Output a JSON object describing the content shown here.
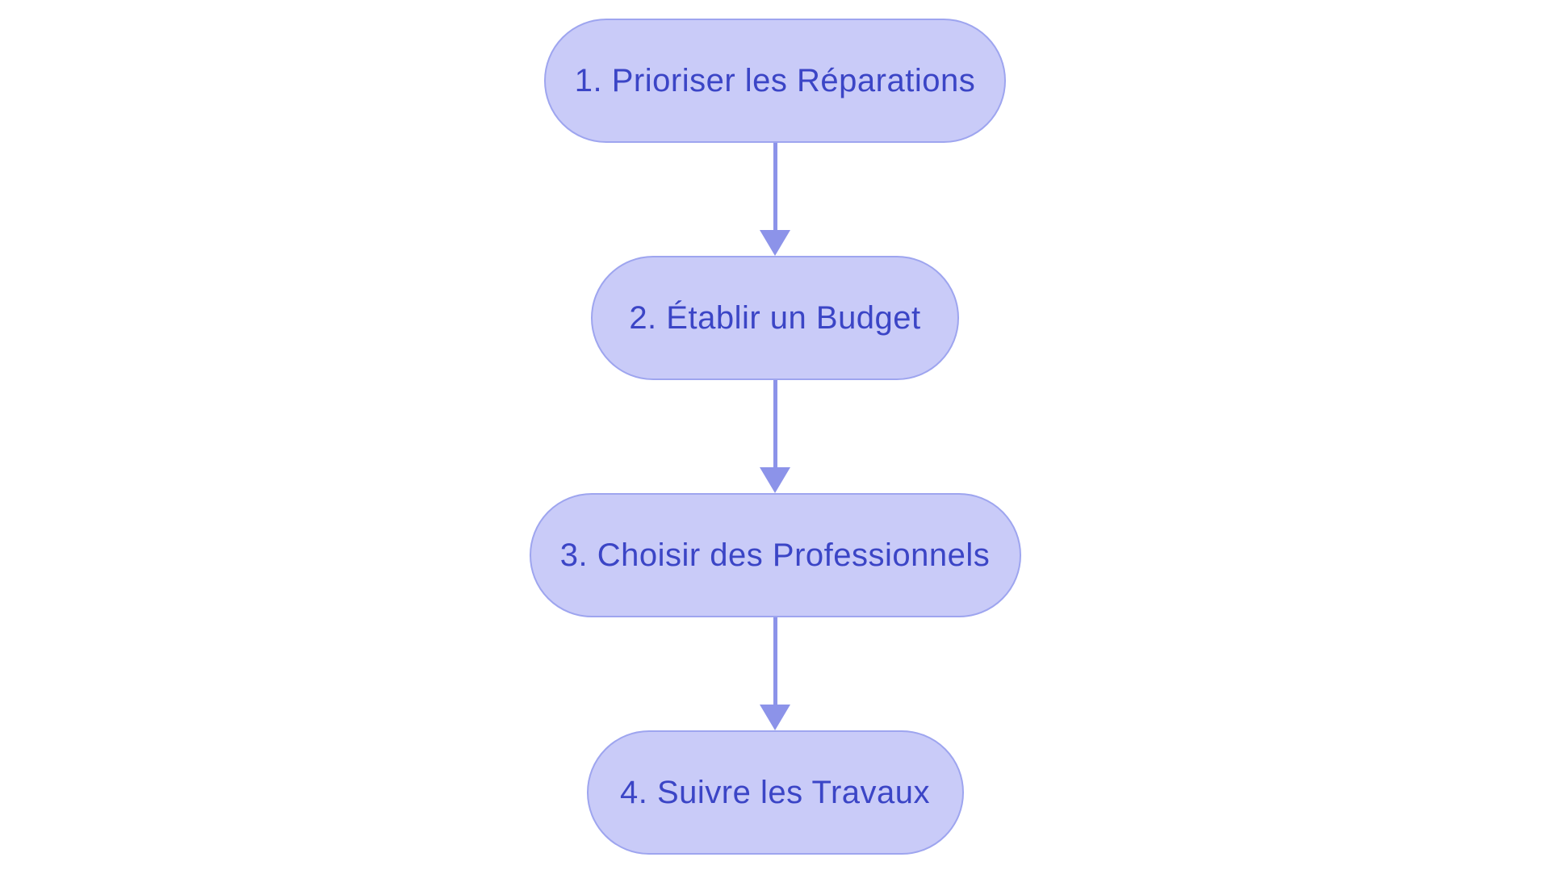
{
  "diagram": {
    "type": "flowchart",
    "direction": "top-down",
    "nodes": [
      {
        "id": "step-1",
        "label": "1. Prioriser les Réparations"
      },
      {
        "id": "step-2",
        "label": "2. Établir un Budget"
      },
      {
        "id": "step-3",
        "label": "3. Choisir des Professionnels"
      },
      {
        "id": "step-4",
        "label": "4. Suivre les Travaux"
      }
    ],
    "edges": [
      {
        "from": "step-1",
        "to": "step-2"
      },
      {
        "from": "step-2",
        "to": "step-3"
      },
      {
        "from": "step-3",
        "to": "step-4"
      }
    ],
    "colors": {
      "background": "#FFFFFF",
      "node_fill": "#C9CBF8",
      "node_border": "#9EA5EF",
      "node_text": "#3B45C6",
      "arrow": "#8C93E9"
    }
  }
}
